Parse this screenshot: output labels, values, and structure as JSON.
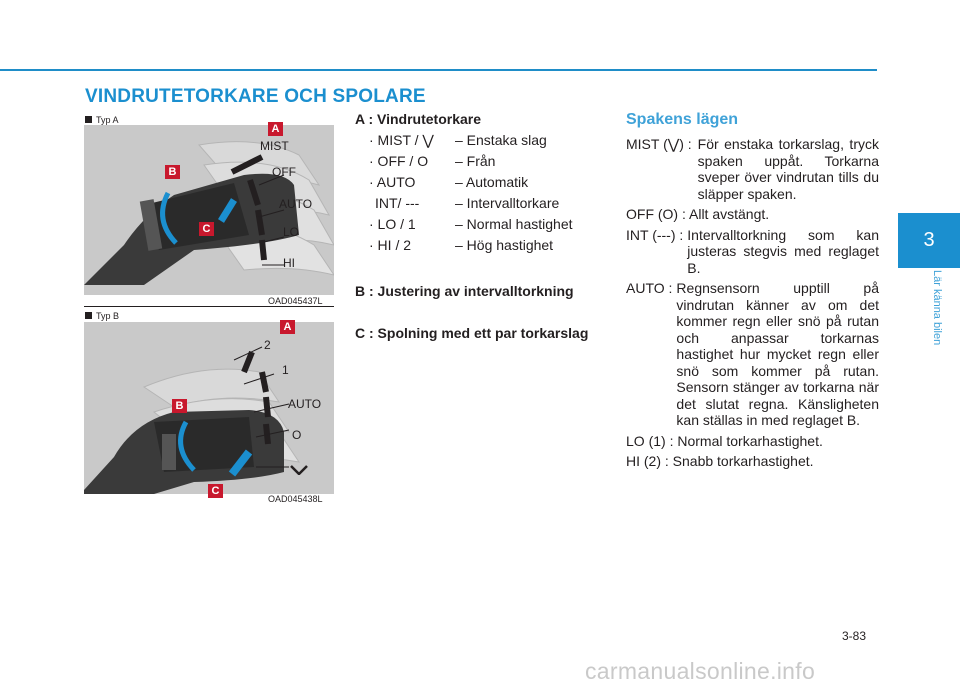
{
  "section_title": "VINDRUTETORKARE OCH SPOLARE",
  "figure_a": {
    "label": "Typ A",
    "code": "OAD045437L",
    "callouts": [
      "MIST",
      "OFF",
      "AUTO",
      "LO",
      "HI"
    ],
    "tags": [
      "A",
      "B",
      "C"
    ]
  },
  "figure_b": {
    "label": "Typ B",
    "code": "OAD045438L",
    "callouts": [
      "2",
      "1",
      "AUTO",
      "O"
    ],
    "tags": [
      "A",
      "B",
      "C"
    ]
  },
  "middle": {
    "a_title": "A : Vindrutetorkare",
    "items": [
      {
        "left": "· MIST / ⋁",
        "right": "– Enstaka slag"
      },
      {
        "left": "· OFF / O",
        "right": "– Från"
      },
      {
        "left": "· AUTO",
        "right": "– Automatik"
      },
      {
        "left": "INT/ ---",
        "right": "– Intervalltorkare"
      },
      {
        "left": "· LO / 1",
        "right": "– Normal hastighet"
      },
      {
        "left": "· HI / 2",
        "right": "– Hög hastighet"
      }
    ],
    "b_title": "B : Justering av intervalltorkning",
    "c_title": "C : Spolning med ett par torkarslag"
  },
  "right": {
    "heading": "Spakens lägen",
    "mist_label": "MIST (⋁) :",
    "mist_text": "För enstaka torkarslag, tryck spaken uppåt. Torkarna sveper över vindrutan tills du släpper spaken.",
    "off_text": "OFF (O) : Allt avstängt.",
    "int_label": "INT (---) :",
    "int_text": "Intervalltorkning som kan justeras stegvis med reglaget B.",
    "auto_label": "AUTO :",
    "auto_text": "Regnsensorn upptill på vindrutan känner av om det kommer regn eller snö på rutan och anpassar torkarnas hastighet hur mycket regn eller snö som kommer på rutan. Sensorn stänger av torkarna när det slutat regna. Känsligheten kan ställas in med reglaget B.",
    "lo_text": "LO (1) : Normal torkarhastighet.",
    "hi_text": "HI (2) : Snabb torkarhastighet."
  },
  "chapter_number": "3",
  "chapter_title": "Lär känna bilen",
  "page_number": "3-83",
  "watermark": "carmanualsonline.info",
  "colors": {
    "accent": "#1b8fcf",
    "tag": "#c8182d",
    "figure_bg": "#c9c9c9"
  },
  "icons": [
    "wiper-lever-illustration",
    "wiper-symbol-icon",
    "arrow-icon"
  ]
}
